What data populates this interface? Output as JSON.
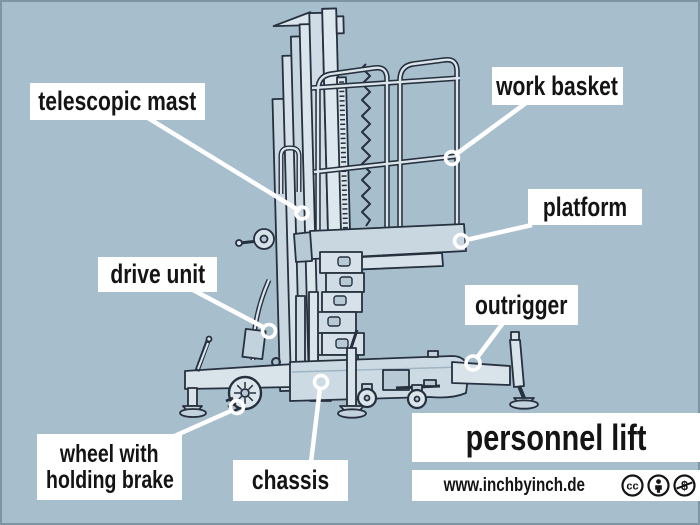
{
  "diagram": {
    "title": "personnel lift",
    "website": "www.inchbyinch.de",
    "labels": {
      "telescopic_mast": "telescopic mast",
      "work_basket": "work basket",
      "platform": "platform",
      "drive_unit": "drive unit",
      "outrigger": "outrigger",
      "wheel_line1": "wheel with",
      "wheel_line2": "holding brake",
      "chassis": "chassis"
    },
    "license_icons": [
      "cc-icon",
      "attribution-icon",
      "non-commercial-icon"
    ],
    "colors": {
      "background": "#a7becd",
      "label_background": "#ffffff",
      "label_text": "#141414",
      "callout_line": "#ffffff",
      "drawing_outline": "#26303e",
      "machine_fill_light": "#dae5ec",
      "machine_fill_mid": "#c9d7e1",
      "machine_fill_dark": "#b7c9d5"
    }
  }
}
